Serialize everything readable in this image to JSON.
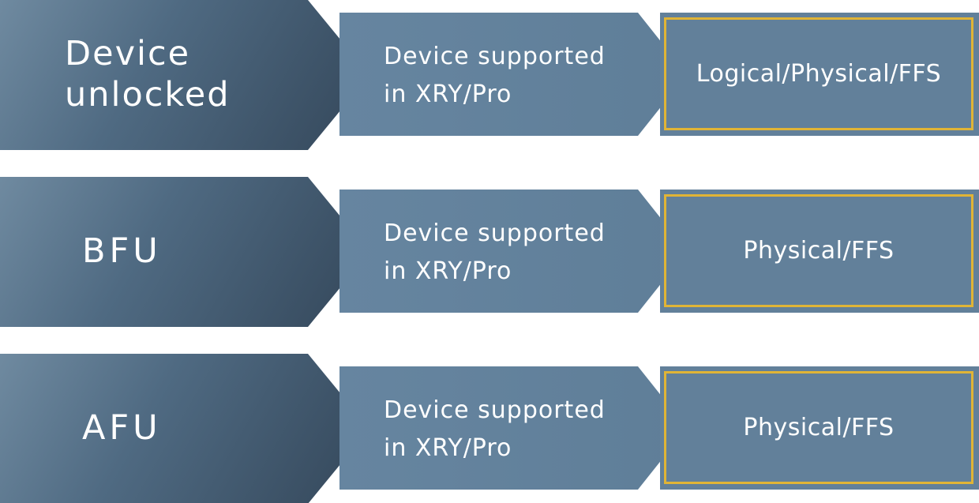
{
  "colors": {
    "stage1_gradient_start": "#6f8aa0",
    "stage1_gradient_end": "#34475a",
    "stage2_fill": "#6685a0",
    "stage3_fill": "#62809a",
    "stage3_border": "#e0b436",
    "text": "#ffffff"
  },
  "rows": [
    {
      "state": "Device unlocked",
      "state_line1": "Device",
      "state_line2": "unlocked",
      "support": "Device supported\nin XRY/Pro",
      "extraction": "Logical/Physical/FFS"
    },
    {
      "state": "BFU",
      "support": "Device supported\nin XRY/Pro",
      "extraction": "Physical/FFS"
    },
    {
      "state": "AFU",
      "support": "Device supported\nin XRY/Pro",
      "extraction": "Physical/FFS"
    }
  ]
}
